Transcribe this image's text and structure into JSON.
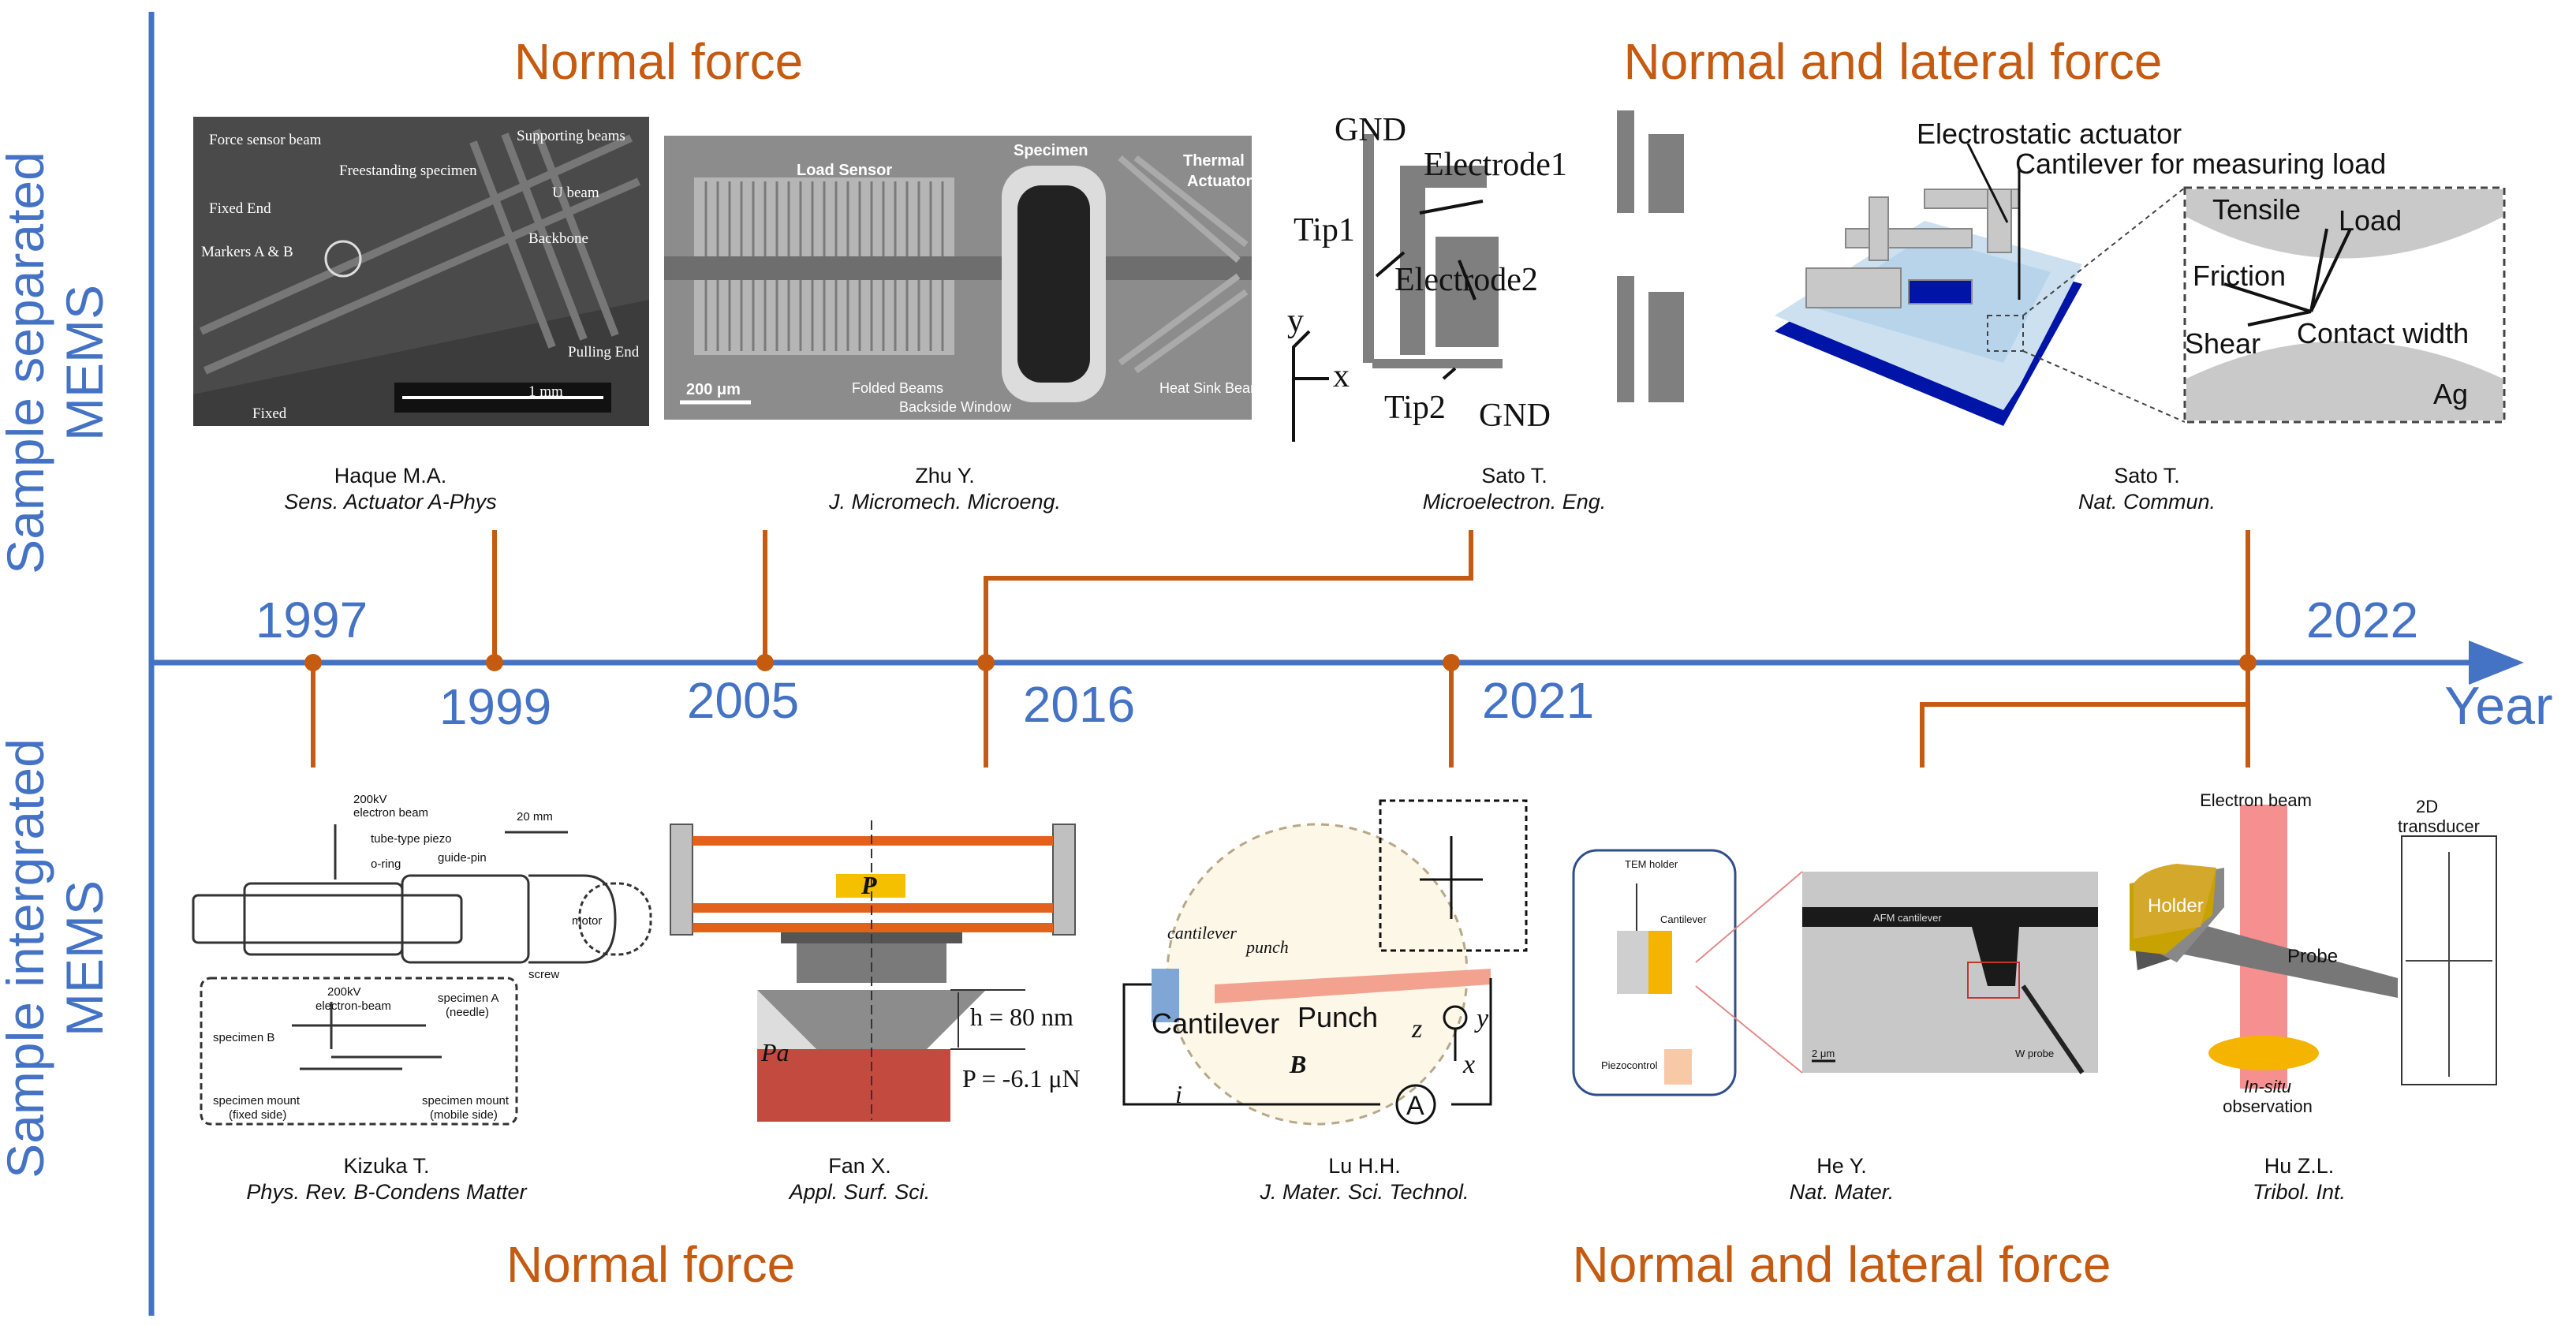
{
  "row_labels": {
    "top": [
      "Sample separated",
      "MEMS"
    ],
    "bottom": [
      "Sample intergrated",
      "MEMS"
    ]
  },
  "section_titles": {
    "top_left": "Normal force",
    "top_right": "Normal and lateral force",
    "bottom_left": "Normal force",
    "bottom_right": "Normal and lateral force"
  },
  "axis": {
    "label": "Year"
  },
  "years": [
    {
      "label": "1997"
    },
    {
      "label": "1999"
    },
    {
      "label": "2005"
    },
    {
      "label": "2016"
    },
    {
      "label": "2021"
    },
    {
      "label": "2022"
    }
  ],
  "citations_top": [
    {
      "author": "Haque M.A.",
      "journal": "Sens. Actuator A-Phys"
    },
    {
      "author": "Zhu Y.",
      "journal": "J. Micromech. Microeng."
    },
    {
      "author": "Sato T.",
      "journal": "Microelectron. Eng."
    },
    {
      "author": "Sato T.",
      "journal": "Nat. Commun."
    }
  ],
  "citations_bottom": [
    {
      "author": "Kizuka T.",
      "journal": "Phys. Rev. B-Condens Matter"
    },
    {
      "author": "Fan X.",
      "journal": "Appl. Surf. Sci."
    },
    {
      "author": "Lu H.H.",
      "journal": "J. Mater. Sci. Technol."
    },
    {
      "author": "He Y.",
      "journal": "Nat. Mater."
    },
    {
      "author": "Hu Z.L.",
      "journal": "Tribol. Int."
    }
  ],
  "figure_labels": {
    "haque": [
      "Force sensor beam",
      "Supporting beams",
      "Freestanding specimen",
      "U beam",
      "Fixed End",
      "Backbone",
      "Markers A & B",
      "Pulling End",
      "Fixed",
      "1 mm"
    ],
    "zhu": [
      "Load Sensor",
      "Specimen",
      "Thermal",
      "Actuator",
      "200 μm",
      "Folded Beams",
      "Backside Window",
      "Heat Sink Beams"
    ],
    "sato_me": [
      "GND",
      "Electrode1",
      "Tip1",
      "Electrode2",
      "y",
      "x",
      "Tip2",
      "GND"
    ],
    "sato_nc": [
      "Electrostatic actuator",
      "Cantilever for measuring load",
      "Tensile",
      "Load",
      "Friction",
      "Shear",
      "Contact width",
      "Ag"
    ],
    "kizuka": [
      "200kV",
      "electron beam",
      "tube-type piezo",
      "o-ring",
      "guide-pin",
      "20 mm",
      "motor",
      "screw",
      "200kV",
      "electron-beam",
      "specimen A",
      "(needle)",
      "specimen B",
      "specimen mount",
      "(fixed side)",
      "specimen mount",
      "(mobile side)"
    ],
    "fan": [
      "P",
      "h = 80 nm",
      "P = -6.1 μN",
      "Pa"
    ],
    "lu": [
      "cantilever",
      "punch",
      "Cantilever",
      "Punch",
      "B",
      "i",
      "A",
      "z",
      "y",
      "x"
    ],
    "he": [
      "TEM holder",
      "Cantilever",
      "Piezocontrol",
      "AFM cantilever",
      "2 μm",
      "W probe"
    ],
    "hu": [
      "Electron beam",
      "2D",
      "transducer",
      "Holder",
      "Probe",
      "In-situ",
      "observation"
    ]
  },
  "colors": {
    "axis_blue": "#4472C4",
    "orange": "#C55A11"
  }
}
